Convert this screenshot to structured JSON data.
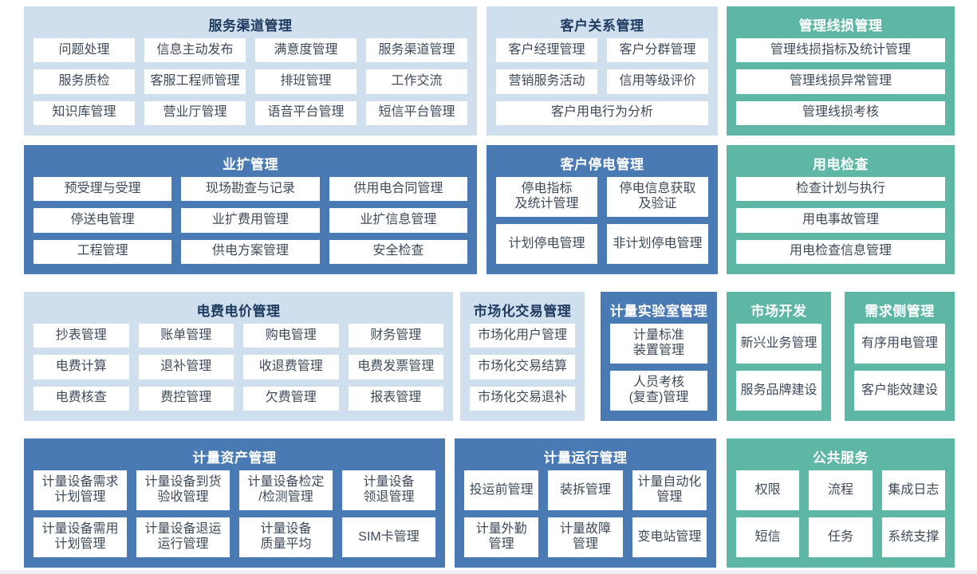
{
  "colors": {
    "panel_light_blue": "#cfdfee",
    "panel_blue": "#4a7ab4",
    "panel_green": "#5eb6a4",
    "title_dark": "#1e3a5f",
    "item_text": "#3e4a5a",
    "item_box_bg": "#ffffff"
  },
  "rows": [
    {
      "panels": [
        {
          "name": "service-channel-management",
          "title": "服务渠道管理",
          "theme": "light",
          "item_rows": [
            [
              "问题处理",
              "信息主动发布",
              "满意度管理",
              "服务渠道管理"
            ],
            [
              "服务质检",
              "客服工程师管理",
              "排班管理",
              "工作交流"
            ],
            [
              "知识库管理",
              "营业厅管理",
              "语音平台管理",
              "短信平台管理"
            ]
          ]
        },
        {
          "name": "customer-relationship-management",
          "title": "客户关系管理",
          "theme": "light",
          "item_rows": [
            [
              "客户经理管理",
              "客户分群管理"
            ],
            [
              "营销服务活动",
              "信用等级评价"
            ],
            [
              "客户用电行为分析"
            ]
          ]
        },
        {
          "name": "line-loss-management",
          "title": "管理线损管理",
          "theme": "green",
          "item_rows": [
            [
              "管理线损指标及统计管理"
            ],
            [
              "管理线损异常管理"
            ],
            [
              "管理线损考核"
            ]
          ]
        }
      ]
    },
    {
      "panels": [
        {
          "name": "business-expansion-management",
          "title": "业扩管理",
          "theme": "blue",
          "item_rows": [
            [
              "预受理与受理",
              "现场勘查与记录",
              "供用电合同管理"
            ],
            [
              "停送电管理",
              "业扩费用管理",
              "业扩信息管理"
            ],
            [
              "工程管理",
              "供电方案管理",
              "安全检查"
            ]
          ]
        },
        {
          "name": "customer-outage-management",
          "title": "客户停电管理",
          "theme": "blue",
          "item_rows": [
            [
              "停电指标\n及统计管理",
              "停电信息获取\n及验证"
            ],
            [
              "计划停电管理",
              "非计划停电管理"
            ]
          ]
        },
        {
          "name": "power-usage-inspection",
          "title": "用电检查",
          "theme": "green",
          "item_rows": [
            [
              "检查计划与执行"
            ],
            [
              "用电事故管理"
            ],
            [
              "用电检查信息管理"
            ]
          ]
        }
      ]
    },
    {
      "panels": [
        {
          "name": "tariff-and-price-management",
          "title": "电费电价管理",
          "theme": "light",
          "item_rows": [
            [
              "抄表管理",
              "账单管理",
              "购电管理",
              "财务管理"
            ],
            [
              "电费计算",
              "退补管理",
              "收退费管理",
              "电费发票管理"
            ],
            [
              "电费核查",
              "费控管理",
              "欠费管理",
              "报表管理"
            ]
          ]
        },
        {
          "name": "market-trading-management",
          "title": "市场化交易管理",
          "theme": "light",
          "item_rows": [
            [
              "市场化用户管理"
            ],
            [
              "市场化交易结算"
            ],
            [
              "市场化交易退补"
            ]
          ]
        },
        {
          "name": "metering-lab-management",
          "title": "计量实验室管理",
          "theme": "blue",
          "item_rows": [
            [
              "计量标准\n装置管理"
            ],
            [
              "人员考核\n(复查)管理"
            ]
          ]
        },
        {
          "name": "market-development",
          "title": "市场开发",
          "theme": "green",
          "item_rows": [
            [
              "新兴业务管理"
            ],
            [
              "服务品牌建设"
            ]
          ]
        },
        {
          "name": "demand-side-management",
          "title": "需求侧管理",
          "theme": "green",
          "item_rows": [
            [
              "有序用电管理"
            ],
            [
              "客户能效建设"
            ]
          ]
        }
      ]
    },
    {
      "panels": [
        {
          "name": "metering-asset-management",
          "title": "计量资产管理",
          "theme": "blue",
          "item_rows": [
            [
              "计量设备需求\n计划管理",
              "计量设备到货\n验收管理",
              "计量设备检定\n/检测管理",
              "计量设备\n领退管理"
            ],
            [
              "计量设备需用\n计划管理",
              "计量设备退运\n运行管理",
              "计量设备\n质量平均",
              "SIM卡管理"
            ]
          ]
        },
        {
          "name": "metering-operation-management",
          "title": "计量运行管理",
          "theme": "blue",
          "item_rows": [
            [
              "投运前管理",
              "装拆管理",
              "计量自动化\n管理"
            ],
            [
              "计量外勤\n管理",
              "计量故障\n管理",
              "变电站管理"
            ]
          ]
        },
        {
          "name": "public-services",
          "title": "公共服务",
          "theme": "green",
          "item_rows": [
            [
              "权限",
              "流程",
              "集成日志"
            ],
            [
              "短信",
              "任务",
              "系统支撑"
            ]
          ]
        }
      ]
    }
  ]
}
